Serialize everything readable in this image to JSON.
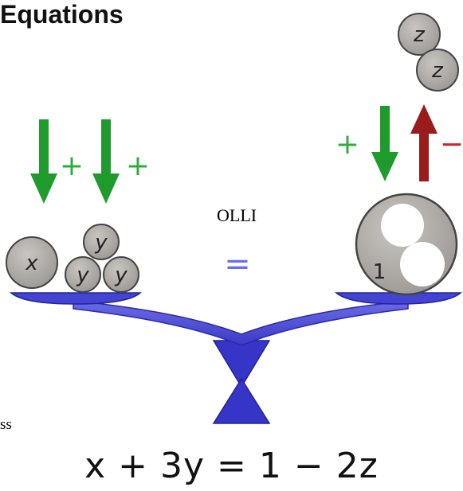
{
  "header": {
    "title": "Equations"
  },
  "center_label": "OLLI",
  "side_text": "ss",
  "equation": "x + 3y = 1 − 2z",
  "left_pan": {
    "balls": [
      "x",
      "y",
      "y",
      "y"
    ],
    "arrow_signs": [
      "+",
      "+"
    ]
  },
  "right_pan": {
    "weight_label": "1",
    "floating_balls": [
      "z",
      "z"
    ],
    "arrow_signs": [
      "+",
      "−"
    ]
  },
  "equals_sign": "=",
  "colors": {
    "beam": "#4646d8",
    "ball_fill": "#b0aca8",
    "add_arrow": "#1f9b2e",
    "remove_arrow": "#9a1b1b",
    "plus_sign": "#2fae3c",
    "minus_sign": "#d02222"
  }
}
